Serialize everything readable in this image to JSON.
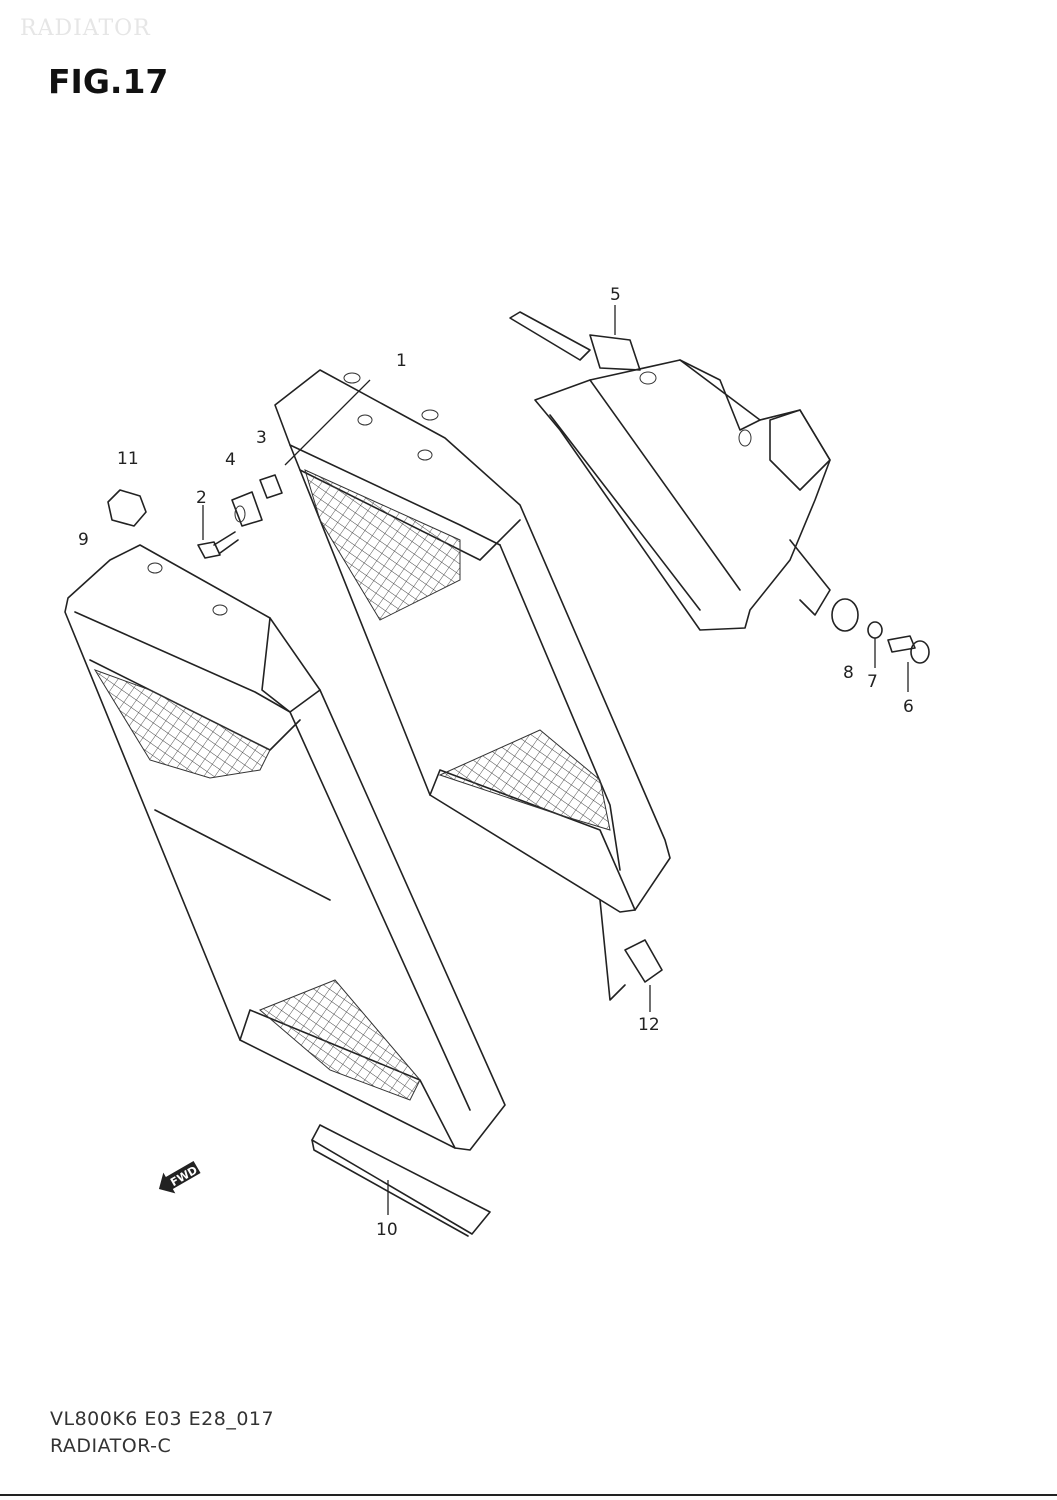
{
  "watermark": "RADIATOR",
  "figure": {
    "title": "FIG.17"
  },
  "callouts": [
    {
      "id": "1",
      "label": "1"
    },
    {
      "id": "2",
      "label": "2"
    },
    {
      "id": "3",
      "label": "3"
    },
    {
      "id": "4",
      "label": "4"
    },
    {
      "id": "5",
      "label": "5"
    },
    {
      "id": "6",
      "label": "6"
    },
    {
      "id": "7",
      "label": "7"
    },
    {
      "id": "8",
      "label": "8"
    },
    {
      "id": "9",
      "label": "9"
    },
    {
      "id": "10",
      "label": "10"
    },
    {
      "id": "11",
      "label": "11"
    },
    {
      "id": "12",
      "label": "12"
    }
  ],
  "direction_marker": {
    "label": "FWD"
  },
  "footer": {
    "code": "VL800K6 E03 E28_017",
    "name": "RADIATOR-C"
  },
  "colors": {
    "line": "#222222",
    "background": "#ffffff",
    "watermark": "#e6e6e6"
  }
}
